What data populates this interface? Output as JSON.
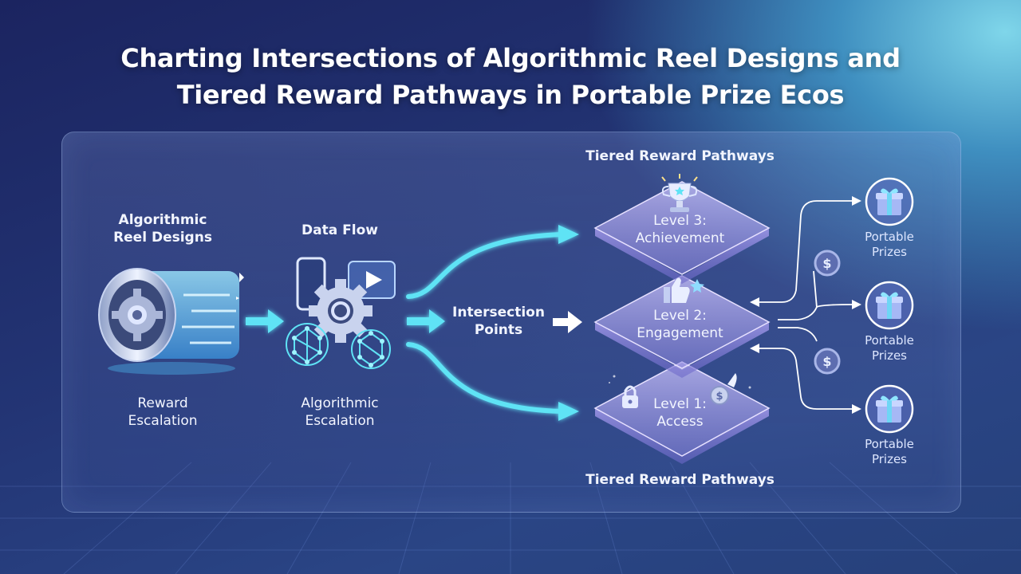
{
  "title_line1": "Charting Intersections of Algorithmic Reel Designs and",
  "title_line2": "Tiered Reward Pathways in Portable Prize Ecos",
  "reel": {
    "heading_line1": "Algorithmic",
    "heading_line2": "Reel Designs",
    "caption_line1": "Reward",
    "caption_line2": "Escalation"
  },
  "dataflow": {
    "heading": "Data Flow",
    "caption_line1": "Algorithmic",
    "caption_line2": "Escalation"
  },
  "intersection": {
    "line1": "Intersection",
    "line2": "Points"
  },
  "pathways": {
    "top_heading": "Tiered Reward Pathways",
    "bottom_heading": "Tiered Reward Pathways",
    "levels": [
      {
        "line1": "Level 3:",
        "line2": "Achievement"
      },
      {
        "line1": "Level 2:",
        "line2": "Engagement"
      },
      {
        "line1": "Level 1:",
        "line2": "Access"
      }
    ]
  },
  "prizes": [
    {
      "line1": "Portable",
      "line2": "Prizes"
    },
    {
      "line1": "Portable",
      "line2": "Prizes"
    },
    {
      "line1": "Portable",
      "line2": "Prizes"
    }
  ],
  "colors": {
    "accent_cyan": "#5fe3f5",
    "tier_purple": "#b9a8ff",
    "panel_border": "#bed7ff"
  }
}
